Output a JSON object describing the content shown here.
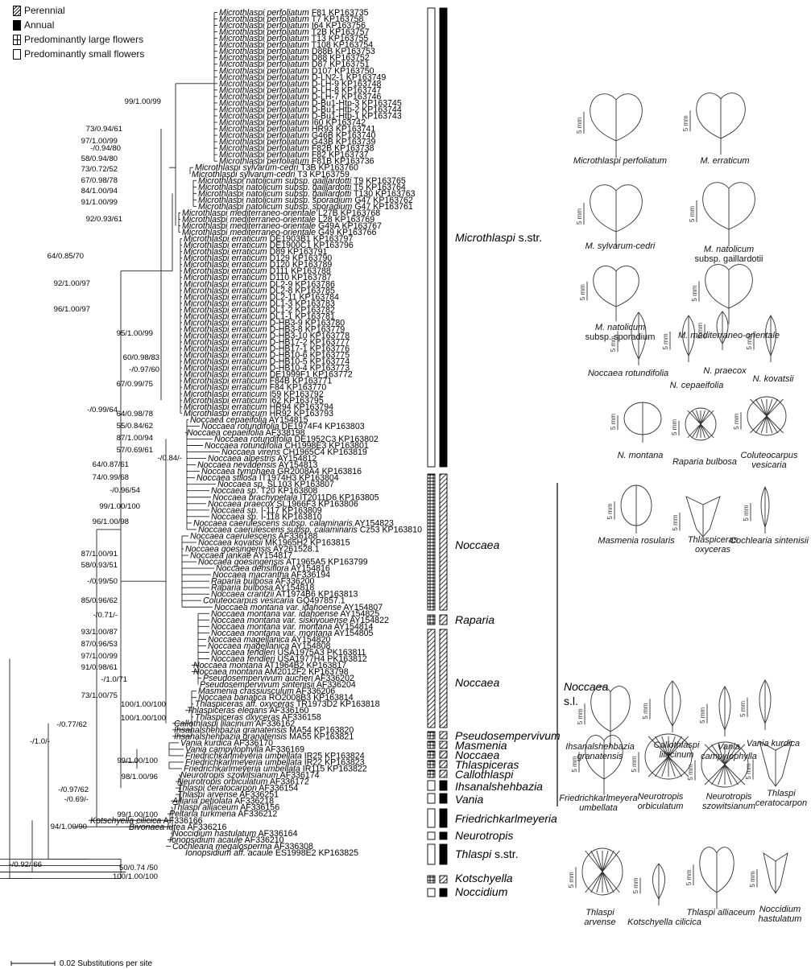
{
  "legend": {
    "perennial": "Perennial",
    "annual": "Annual",
    "large": "Predominantly large flowers",
    "small": "Predominantly small flowers"
  },
  "scale_label": "0.02 Substitutions per site",
  "tips": [
    [
      "Microthlaspi perfoliatum",
      "F81 KP163735"
    ],
    [
      "Microthlaspi perfoliatum",
      "T7 KP163758"
    ],
    [
      "Microthlaspi perfoliatum",
      "I64 KP163756"
    ],
    [
      "Microthlaspi perfoliatum",
      "T2B KP163757"
    ],
    [
      "Microthlaspi perfoliatum",
      "T13 KP163755"
    ],
    [
      "Microthlaspi perfoliatum",
      "T108 KP163754"
    ],
    [
      "Microthlaspi perfoliatum",
      "D88B KP163753"
    ],
    [
      "Microthlaspi perfoliatum",
      "D88 KP163752"
    ],
    [
      "Microthlaspi perfoliatum",
      "D87 KP163751"
    ],
    [
      "Microthlaspi perfoliatum",
      "D107 KP163750"
    ],
    [
      "Microthlaspi perfoliatum",
      "D-LN2-1 KP163749"
    ],
    [
      "Microthlaspi perfoliatum",
      "D-LH-9 KP163748"
    ],
    [
      "Microthlaspi perfoliatum",
      "D-LH-8 KP163747"
    ],
    [
      "Microthlaspi perfoliatum",
      "D-LH-7 KP163746"
    ],
    [
      "Microthlaspi perfoliatum",
      "D-Bu1-Htp-3 KP163745"
    ],
    [
      "Microthlaspi perfoliatum",
      "D-Bu1-Htp-2 KP163744"
    ],
    [
      "Microthlaspi perfoliatum",
      "D-Bu1-Htp-1 KP163743"
    ],
    [
      "Microthlaspi perfoliatum",
      "I60 KP163742"
    ],
    [
      "Microthlaspi perfoliatum",
      "HR93 KP163741"
    ],
    [
      "Microthlaspi perfoliatum",
      "G46B KP163740"
    ],
    [
      "Microthlaspi perfoliatum",
      "G43B KP163739"
    ],
    [
      "Microthlaspi perfoliatum",
      "F82B KP163738"
    ],
    [
      "Microthlaspi perfoliatum",
      "F82 KP163737"
    ],
    [
      "Microthlaspi perfoliatum",
      "F81B KP163736"
    ],
    [
      "Microthlaspi sylvarum-cedri",
      "T3B KP163760"
    ],
    [
      "Microthlaspi sylvarum-cedri",
      "T3 KP163759"
    ],
    [
      "Microthlaspi natolicum subsp. gaillardotti",
      "T9 KP163765"
    ],
    [
      "Microthlaspi natolicum subsp. gaillardotti",
      "T5 KP163764"
    ],
    [
      "Microthlaspi natolicum subsp. gaillardotti",
      "T130 KP163763"
    ],
    [
      "Microthlaspi natolicum subsp. sporadium",
      "G47 KP163762"
    ],
    [
      "Microthlaspi natolicum subsp. sporadium",
      "G47 KP163761"
    ],
    [
      "Microthlaspi mediterraneo-orientale",
      "L27B KP163768"
    ],
    [
      "Microthlaspi mediterraneo-orientale",
      "L28 KP163769"
    ],
    [
      "Microthlaspi mediterraneo-orientale",
      "G49A KP163767"
    ],
    [
      "Microthlaspi mediterraneo-orientale",
      "G49 KP163766"
    ],
    [
      "Microthlaspi erraticum",
      "DE1903B1 KP163797"
    ],
    [
      "Microthlaspi erraticum",
      "DE1900C1 KP163796"
    ],
    [
      "Microthlaspi erraticum",
      "D89 KP163791"
    ],
    [
      "Microthlaspi erraticum",
      "D129 KP163790"
    ],
    [
      "Microthlaspi erraticum",
      "D120 KP163789"
    ],
    [
      "Microthlaspi erraticum",
      "D111 KP163788"
    ],
    [
      "Microthlaspi erraticum",
      "D110 KP163787"
    ],
    [
      "Microthlaspi erraticum",
      "DL2-9 KP163786"
    ],
    [
      "Microthlaspi erraticum",
      "DL2-8 KP163785"
    ],
    [
      "Microthlaspi erraticum",
      "DL2-11 KP163784"
    ],
    [
      "Microthlaspi erraticum",
      "DL1-3 KP163783"
    ],
    [
      "Microthlaspi erraticum",
      "DL1-2 KP163782"
    ],
    [
      "Microthlaspi erraticum",
      "DL1-1 KP163781"
    ],
    [
      "Microthlaspi erraticum",
      "D-HB3-9 KP163780"
    ],
    [
      "Microthlaspi erraticum",
      "D-HB3-8 KP163779"
    ],
    [
      "Microthlaspi erraticum",
      "D-HB3-10 KP163778"
    ],
    [
      "Microthlaspi erraticum",
      "D-HB17-2 KP163777"
    ],
    [
      "Microthlaspi erraticum",
      "D-HB17-1 KP163776"
    ],
    [
      "Microthlaspi erraticum",
      "D-HB10-6 KP163775"
    ],
    [
      "Microthlaspi erraticum",
      "D-HB10-5 KP163774"
    ],
    [
      "Microthlaspi erraticum",
      "D-HB10-4 KP163773"
    ],
    [
      "Microthlaspi erraticum",
      "DE1999F1 KP163772"
    ],
    [
      "Microthlaspi erraticum",
      "F84B KP163771"
    ],
    [
      "Microthlaspi erraticum",
      "F84 KP163770"
    ],
    [
      "Microthlaspi erraticum",
      "I59 KP163792"
    ],
    [
      "Microthlaspi erraticum",
      "I62 KP163795"
    ],
    [
      "Microthlaspi erraticum",
      "HR94 KP163794"
    ],
    [
      "Microthlaspi erraticum",
      "HR92 KP163793"
    ],
    [
      "Noccaea cepaeifolia",
      "AY154815"
    ],
    [
      "Noccaea rotundifolia",
      "DE1974F4 KP163803"
    ],
    [
      "Noccaea cepaeifolia",
      "AF338198"
    ],
    [
      "Noccaea rotundifolia",
      "DE1952C3 KP163802"
    ],
    [
      "Noccaea rotundifolia",
      "CH1998E3 KP163801"
    ],
    [
      "Noccaea virens",
      "CH1965C4 KP163819"
    ],
    [
      "Noccaea alpestris",
      "AY154812"
    ],
    [
      "Noccaea nevadensis",
      "AY154813"
    ],
    [
      "Noccaea tymphaea",
      "GR2008A4 KP163816"
    ],
    [
      "Noccaea stilosa",
      "IT1974H3 KP163804"
    ],
    [
      "Noccaea sp.",
      "SL103 KP163807"
    ],
    [
      "Noccaea sp.",
      "T20 KP163808"
    ],
    [
      "Noccaea brachypetala",
      "IT2011D6 KP163805"
    ],
    [
      "Noccaea praecox",
      "SL1966F3 KP163806"
    ],
    [
      "Noccaea sp.",
      "I-117 KP163809"
    ],
    [
      "Noccaea sp.",
      "I-118 KP163810"
    ],
    [
      "Noccaea caerulescens subsp. calaminaris",
      "AY154823"
    ],
    [
      "Noccaea caerulescens subsp. calaminaris",
      "Cz53 KP163810"
    ],
    [
      "Noccaea caerulescens",
      "AF336188"
    ],
    [
      "Noccaea kovatsii",
      "MK1965H2 KP163815"
    ],
    [
      "Noccaea goesingensis",
      "AY261528.1"
    ],
    [
      "Noccaea jankae",
      "AY154817"
    ],
    [
      "Noccaea goesingensis",
      "AT1965A5 KP163799"
    ],
    [
      "Noccaea densiflora",
      "AY154816"
    ],
    [
      "Noccaea macrantha",
      "AF336194"
    ],
    [
      "Raparia bulbosa",
      "AF336200"
    ],
    [
      "Raparia bulbosa",
      "AY154818"
    ],
    [
      "Noccaea crantzii",
      "AT1974B6 KP163813"
    ],
    [
      "Coluteocarpus vesicaria",
      "GQ497857.1"
    ],
    [
      "Noccaea montana var. idahoense",
      "AY154807"
    ],
    [
      "Noccaea montana var. idahoense",
      "AY154825"
    ],
    [
      "Noccaea montana var. siskiyouense",
      "AY154822"
    ],
    [
      "Noccaea montana var. montana",
      "AY154814"
    ],
    [
      "Noccaea montana var. montana",
      "AY154805"
    ],
    [
      "Noccaea magellanica",
      "AY154820"
    ],
    [
      "Noccaea magellanica",
      "AY154808"
    ],
    [
      "Noccaea fendleri",
      "USA1975A3 PK163811"
    ],
    [
      "Noccaea fendleri",
      "USA1977H4 PK163812"
    ],
    [
      "Noccaea montana",
      "AT1964B2 KP163817"
    ],
    [
      "Noccaea montana",
      "AM2012F2 KP163798"
    ],
    [
      "Pseudosempervivum aucheri",
      "AF336202"
    ],
    [
      "Pseudosempervivum sintenisii",
      "AF336204"
    ],
    [
      "Masmenia crassiusculum",
      "AF336206"
    ],
    [
      "Noccaea banatica",
      "RO2008B3 KP163814"
    ],
    [
      "Thlaspiceras aff. oxyceras",
      "TR1973D2 KP163818"
    ],
    [
      "Thlaspiceras elegans",
      "AF336160"
    ],
    [
      "Thlaspiceras oxyceras",
      "AF336158"
    ],
    [
      "Callothlaspi lilacinum",
      "AF336162"
    ],
    [
      "Ihsanalshehbazia granatensis",
      "MA54 KP163820"
    ],
    [
      "Ihsanalshehbazia granatensis",
      "MA55 KP163821"
    ],
    [
      "Vania kurdica",
      "AF336170"
    ],
    [
      "Vania campylophylla",
      "AF336169"
    ],
    [
      "Friedrichkarlmeyeria umbellata",
      "IR25 KP163824"
    ],
    [
      "Friedrichkarlmeyeria umbellata",
      "IR22 KP163823"
    ],
    [
      "Friedrichkarlmeyeria umbellata",
      "IR115 KP163822"
    ],
    [
      "Neurotropis szowitsianum",
      "AF336174"
    ],
    [
      "Neurotropis orbiculatum",
      "AF336172"
    ],
    [
      "Thlaspi ceratocarpon",
      "AF336154"
    ],
    [
      "Thlaspi arvense",
      "AF336251"
    ],
    [
      "Alliaria petiolata",
      "AF336218"
    ],
    [
      "Thlaspi alliaceum",
      "AF336156"
    ],
    [
      "Peltaria turkmena",
      "AF336212"
    ],
    [
      "Kotschyella cilicica",
      "AF336166"
    ],
    [
      "Bivonaea lutea",
      "AF336216"
    ],
    [
      "Noccidium hastulatum",
      "AF336164"
    ],
    [
      "Ionopsidium acaule",
      "AF336210"
    ],
    [
      "Cochlearia megalosperma",
      "AF336308"
    ],
    [
      "Ionopsidium aff. acaule",
      "ES1998E2 KP163825"
    ]
  ],
  "supports": [
    "99/1.00/99",
    "73/0.94/61",
    "97/1.00/99",
    "-/0.94/80",
    "58/0.94/80",
    "73/0.72/52",
    "67/0.98/78",
    "84/1.00/94",
    "91/1.00/99",
    "92/0.93/61",
    "64/0.85/70",
    "92/1.00/97",
    "96/1.00/97",
    "95/1.00/99",
    "60/0.98/83",
    "-/0.97/60",
    "67/0.99/75",
    "-/0.99/64",
    "64/0.98/78",
    "55/0.84/62",
    "87/1.00/94",
    "57/0.69/61",
    "-/0.84/-",
    "64/0.87/61",
    "74/0.99/68",
    "-/0.96/54",
    "99/1.00/100",
    "96/1.00/98",
    "87/1.00/91",
    "58/0.93/51",
    "-/0.99/50",
    "85/0.96/62",
    "-/0.71/-",
    "93/1.00/87",
    "87/0.96/53",
    "97/1.00/99",
    "91/0.98/61",
    "-/1.0/71",
    "73/1.00/75",
    "100/1.00/100",
    "100/1.00/100",
    "-/0.77/62",
    "-/1.0/-",
    "99/1.00/100",
    "98/1.00/96",
    "-/0.97/62",
    "99/1.00/100",
    "-/0.69/-",
    "94/1.00/90",
    "-/0.92/ 66",
    "50/0.74 /50",
    "100/1.00/100"
  ],
  "clades": {
    "microthlaspi": [
      "Microthlaspi",
      " s.str."
    ],
    "noccaea1": "Noccaea",
    "raparia": "Raparia",
    "noccaea2": "Noccaea",
    "pseudo": "Pseudosempervivum",
    "masmenia": "Masmenia",
    "noccaea3": "Noccaea",
    "thlaspiceras": "Thlaspiceras",
    "callothlaspi": "Callothlaspi",
    "ihsan": "Ihsanalshehbazia",
    "vania": "Vania",
    "friedrich": "Friedrichkarlmeyeria",
    "neurotropis": "Neurotropis",
    "thlaspi": [
      "Thlaspi",
      " s.str."
    ],
    "kotschyella": "Kotschyella",
    "noccidium": "Noccidium",
    "noccaea_sl": [
      "Noccaea",
      "s.l."
    ]
  },
  "fruits": {
    "m_perfoliatum": "Microthlaspi perfoliatum",
    "m_erraticum": "M. erraticum",
    "m_sylvarum": "M. sylvarum-cedri",
    "m_natolicum_g": [
      "M. natolicum",
      "subsp. gaillardotii"
    ],
    "m_natolicum_s": [
      "M. natolicum",
      "subsp. sporadium"
    ],
    "m_medit": "M. mediterraneo-orientale",
    "n_rotund": "Noccaea rotundifolia",
    "n_cepae": "N. cepaeifolia",
    "n_praecox": "N. praecox",
    "n_kovatsii": "N. kovatsii",
    "n_montana": "N. montana",
    "raparia": "Raparia bulbosa",
    "coluteo": [
      "Coluteocarpus",
      "vesicaria"
    ],
    "masmenia": "Masmenia rosularis",
    "thlaspiceras": [
      "Thlaspiceras",
      "oxyceras"
    ],
    "cochlearia": "Cochlearia sintenisii",
    "ihsan": [
      "Ihsanalshehbazia",
      "granatensis"
    ],
    "callo": [
      "Callothlaspi",
      "lilacinum"
    ],
    "vania_c": [
      "Vania",
      "campylophylla"
    ],
    "vania_k": "Vania kurdica",
    "friedrich": [
      "Friedrichkarlmeyera",
      "umbellata"
    ],
    "neuro_o": [
      "Neurotropis",
      "orbiculatum"
    ],
    "neuro_s": [
      "Neurotropis",
      "szowitsianum"
    ],
    "th_cerato": [
      "Thlaspi",
      "ceratocarpon"
    ],
    "th_arvense": [
      "Thlaspi",
      "arvense"
    ],
    "kotschyella": "Kotschyella cilicica",
    "th_alliaceum": "Thlaspi alliaceum",
    "noccidium": [
      "Noccidium",
      "hastulatum"
    ],
    "scale": "5 mm"
  }
}
